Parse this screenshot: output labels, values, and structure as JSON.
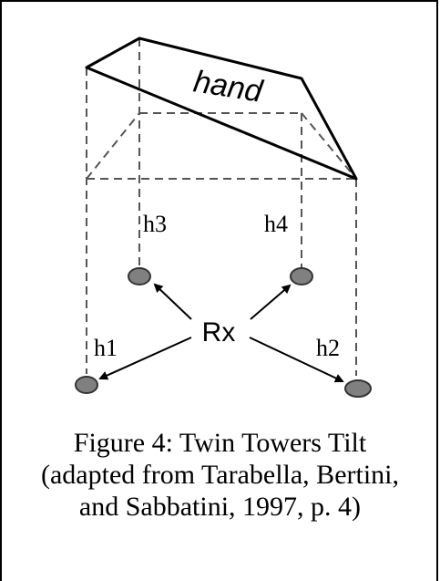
{
  "diagram": {
    "hand_label": "hand",
    "receiver_label": "Rx",
    "tower_labels": [
      "h1",
      "h2",
      "h3",
      "h4"
    ]
  },
  "caption": {
    "line1": "Figure 4: Twin Towers Tilt",
    "line2": "(adapted from Tarabella, Bertini,",
    "line3": "and Sabbatini, 1997, p. 4)"
  },
  "colors": {
    "line": "#000000",
    "dashed": "#555555",
    "sensor_fill": "#808080",
    "sensor_stroke": "#333333"
  }
}
